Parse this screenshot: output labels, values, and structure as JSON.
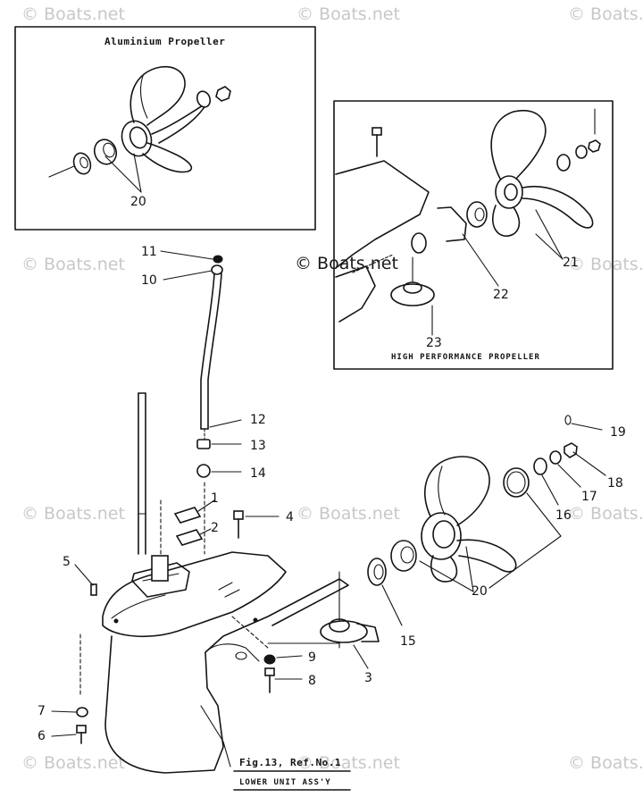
{
  "diagram": {
    "inset_aluminium_title": "Aluminium Propeller",
    "inset_high_perf_title": "HIGH PERFORMANCE PROPELLER",
    "figure_ref": "Fig.13, Ref.No.1",
    "figure_caption": "LOWER UNIT ASS'Y"
  },
  "watermark": {
    "text": "© Boats.net"
  },
  "callouts": {
    "c1": "1",
    "c2": "2",
    "c3": "3",
    "c4": "4",
    "c5": "5",
    "c6": "6",
    "c7": "7",
    "c8": "8",
    "c9": "9",
    "c10": "10",
    "c11": "11",
    "c12": "12",
    "c13": "13",
    "c14": "14",
    "c15": "15",
    "c16": "16",
    "c17": "17",
    "c18": "18",
    "c19": "19",
    "c20": "20",
    "c20_inset": "20",
    "c21": "21",
    "c22": "22",
    "c23": "23"
  },
  "colors": {
    "ink": "#141414",
    "paper": "#ffffff",
    "watermark": "#c8c8c8"
  }
}
